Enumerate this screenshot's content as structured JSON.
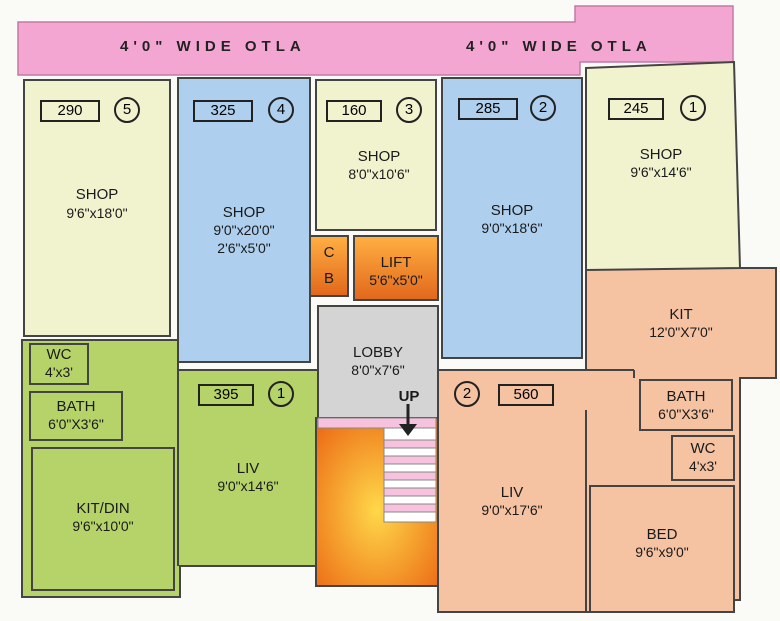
{
  "otla": {
    "left": "4'0\" WIDE OTLA",
    "right": "4'0\" WIDE OTLA"
  },
  "units": [
    {
      "area": "290",
      "no": "5",
      "name": "SHOP",
      "dim": "9'6\"x18'0\""
    },
    {
      "area": "325",
      "no": "4",
      "name": "SHOP",
      "dim": "9'0\"x20'0\"",
      "dim2": "2'6\"x5'0\""
    },
    {
      "area": "160",
      "no": "3",
      "name": "SHOP",
      "dim": "8'0\"x10'6\""
    },
    {
      "area": "285",
      "no": "2",
      "name": "SHOP",
      "dim": "9'0\"x18'6\""
    },
    {
      "area": "245",
      "no": "1",
      "name": "SHOP",
      "dim": "9'6\"x14'6\""
    }
  ],
  "core": {
    "cb1": "C",
    "cb2": "B",
    "lift": "LIFT",
    "lift_dim": "5'6\"x5'0\"",
    "lobby": "LOBBY",
    "lobby_dim": "8'0\"x7'6\"",
    "up": "UP"
  },
  "flat_left": {
    "area": "395",
    "no": "1",
    "wc": "WC",
    "wc_dim": "4'x3'",
    "bath": "BATH",
    "bath_dim": "6'0\"X3'6\"",
    "kit": "KIT/DIN",
    "kit_dim": "9'6\"x10'0\"",
    "liv": "LIV",
    "liv_dim": "9'0\"x14'6\""
  },
  "flat_right": {
    "area": "560",
    "no": "2",
    "kit": "KIT",
    "kit_dim": "12'0\"X7'0\"",
    "bath": "BATH",
    "bath_dim": "6'0\"X3'6\"",
    "wc": "WC",
    "wc_dim": "4'x3'",
    "liv": "LIV",
    "liv_dim": "9'0\"x17'6\"",
    "bed": "BED",
    "bed_dim": "9'6\"x9'0\""
  },
  "colors": {
    "otla": "#f4a6d2",
    "shop_cream": "#f1f3cf",
    "shop_blue": "#aed0ee",
    "flat_green": "#b6d36a",
    "flat_salmon": "#f5c2a2",
    "lobby": "#d4d4d4",
    "core_orange": "#f08a1c"
  }
}
